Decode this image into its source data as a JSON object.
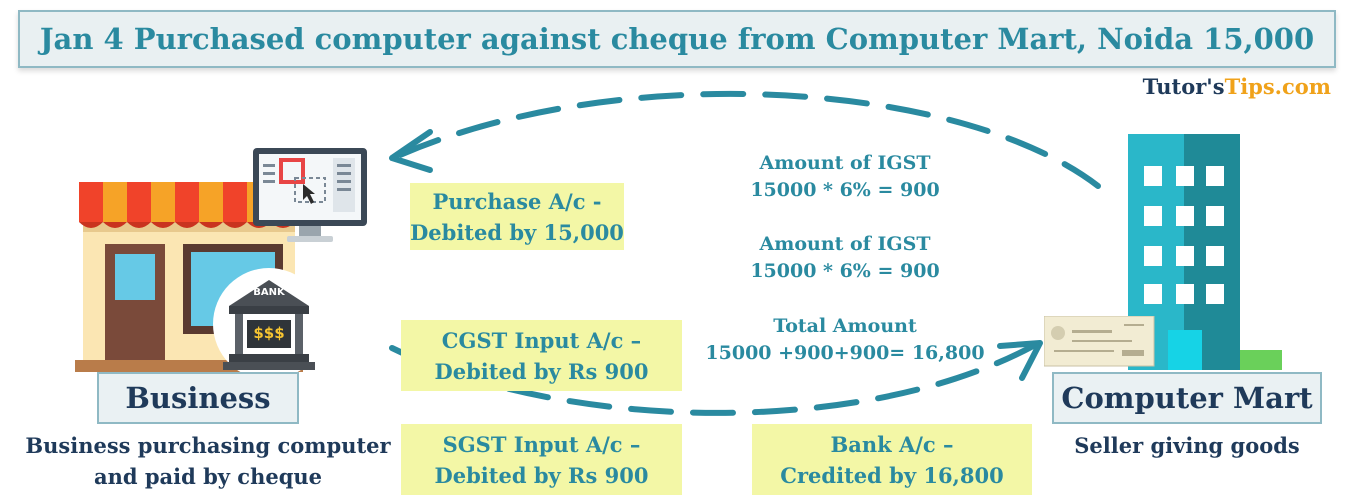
{
  "title": "Jan 4 Purchased computer against cheque from Computer Mart, Noida 15,000",
  "brand": {
    "part1": "Tutor's",
    "part2": "Tips.com"
  },
  "notes": {
    "purchase": {
      "line1": "Purchase A/c  -",
      "line2": "Debited  by 15,000"
    },
    "cgst": {
      "line1": "CGST Input A/c –",
      "line2": "Debited by Rs 900"
    },
    "sgst": {
      "line1": "SGST Input A/c –",
      "line2": "Debited by Rs 900"
    },
    "bank": {
      "line1": "Bank A/c –",
      "line2": "Credited by  16,800"
    }
  },
  "calculations": {
    "igst1": {
      "line1": "Amount of IGST",
      "line2": "15000 * 6% = 900"
    },
    "igst2": {
      "line1": "Amount of IGST",
      "line2": "15000 * 6% = 900"
    },
    "total": {
      "line1": "Total Amount",
      "line2": "15000 +900+900= 16,800"
    }
  },
  "business": {
    "label": "Business",
    "desc_line1": "Business purchasing computer",
    "desc_line2": "and paid by cheque",
    "bank_sign": "BANK",
    "bank_symbol": "$$$"
  },
  "seller": {
    "label": "Computer Mart",
    "desc": "Seller giving goods"
  },
  "colors": {
    "accent": "#2a8aa0",
    "note_bg": "#f3f7a6",
    "dark_text": "#1f3a5a"
  },
  "icons": [
    "shop-icon",
    "computer-monitor-icon",
    "bank-icon",
    "building-icon",
    "cheque-icon"
  ]
}
